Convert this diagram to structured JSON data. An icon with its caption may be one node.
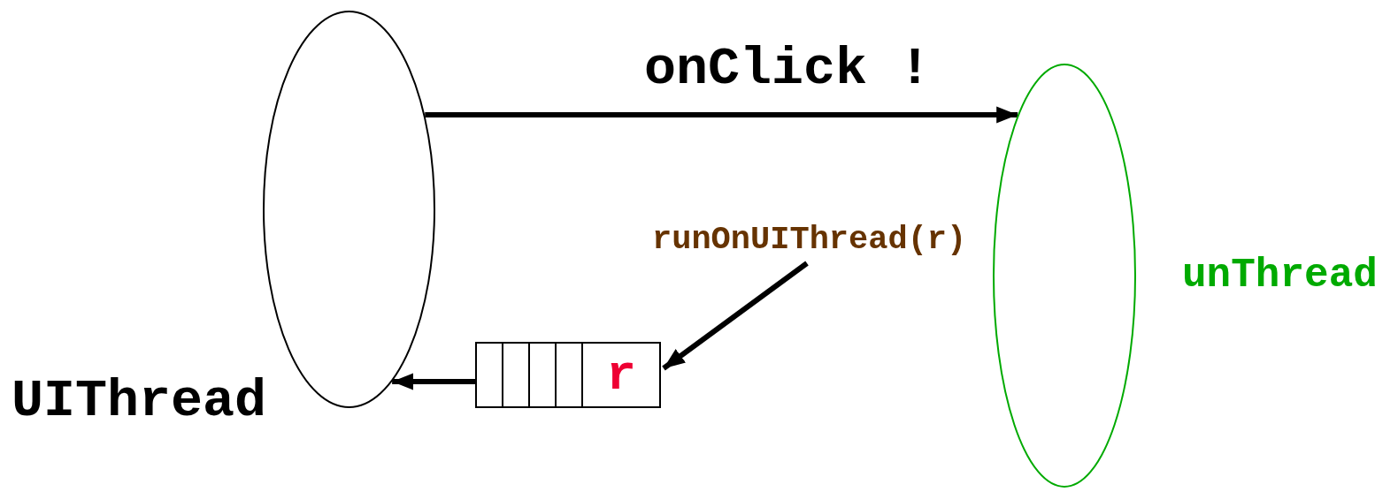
{
  "diagram": {
    "nodes": [
      {
        "text": [
          "UIThread"
        ]
      },
      {
        "text": [
          "unThread"
        ]
      },
      {
        "text": [
          "runOnUIThread(**r**)"
        ]
      },
      {
        "text": [
          "r"
        ]
      }
    ],
    "edges": [
      {
        "from": 0,
        "to": 1,
        "arrow": "to",
        "label": "onClick !"
      },
      {
        "from": 2,
        "to": 3,
        "arrow": "to"
      },
      {
        "from": 3,
        "to": 0,
        "arrow": "to"
      }
    ]
  }
}
